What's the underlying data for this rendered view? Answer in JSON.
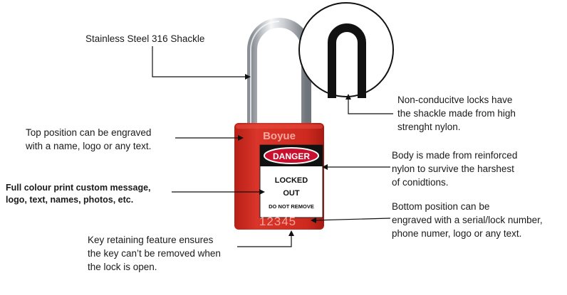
{
  "callouts": {
    "shackle": "Stainless Steel 316 Shackle",
    "nonconductive": "Non-conducitve locks have\nthe shackle made from high\nstrenght nylon.",
    "top_position": "Top position can be engraved\nwith a name, logo or any text.",
    "full_colour": "Full colour print custom message,\nlogo, text, names, photos, etc.",
    "body": "Body is made from reinforced\nnylon to survive the harshest\nof conidtions.",
    "bottom_position": "Bottom position can be\nengraved with a serial/lock number,\nphone numer, logo or any text.",
    "key_retaining": "Key retaining feature ensures\nthe key can’t be removed when\nthe lock is open."
  },
  "lock": {
    "brand": "Boyue",
    "danger": "DANGER",
    "locked": "LOCKED",
    "out": "OUT",
    "do_not_remove": "DO NOT REMOVE",
    "serial": "12345",
    "body_color": "#d42a1f",
    "danger_color": "#c8102e"
  }
}
